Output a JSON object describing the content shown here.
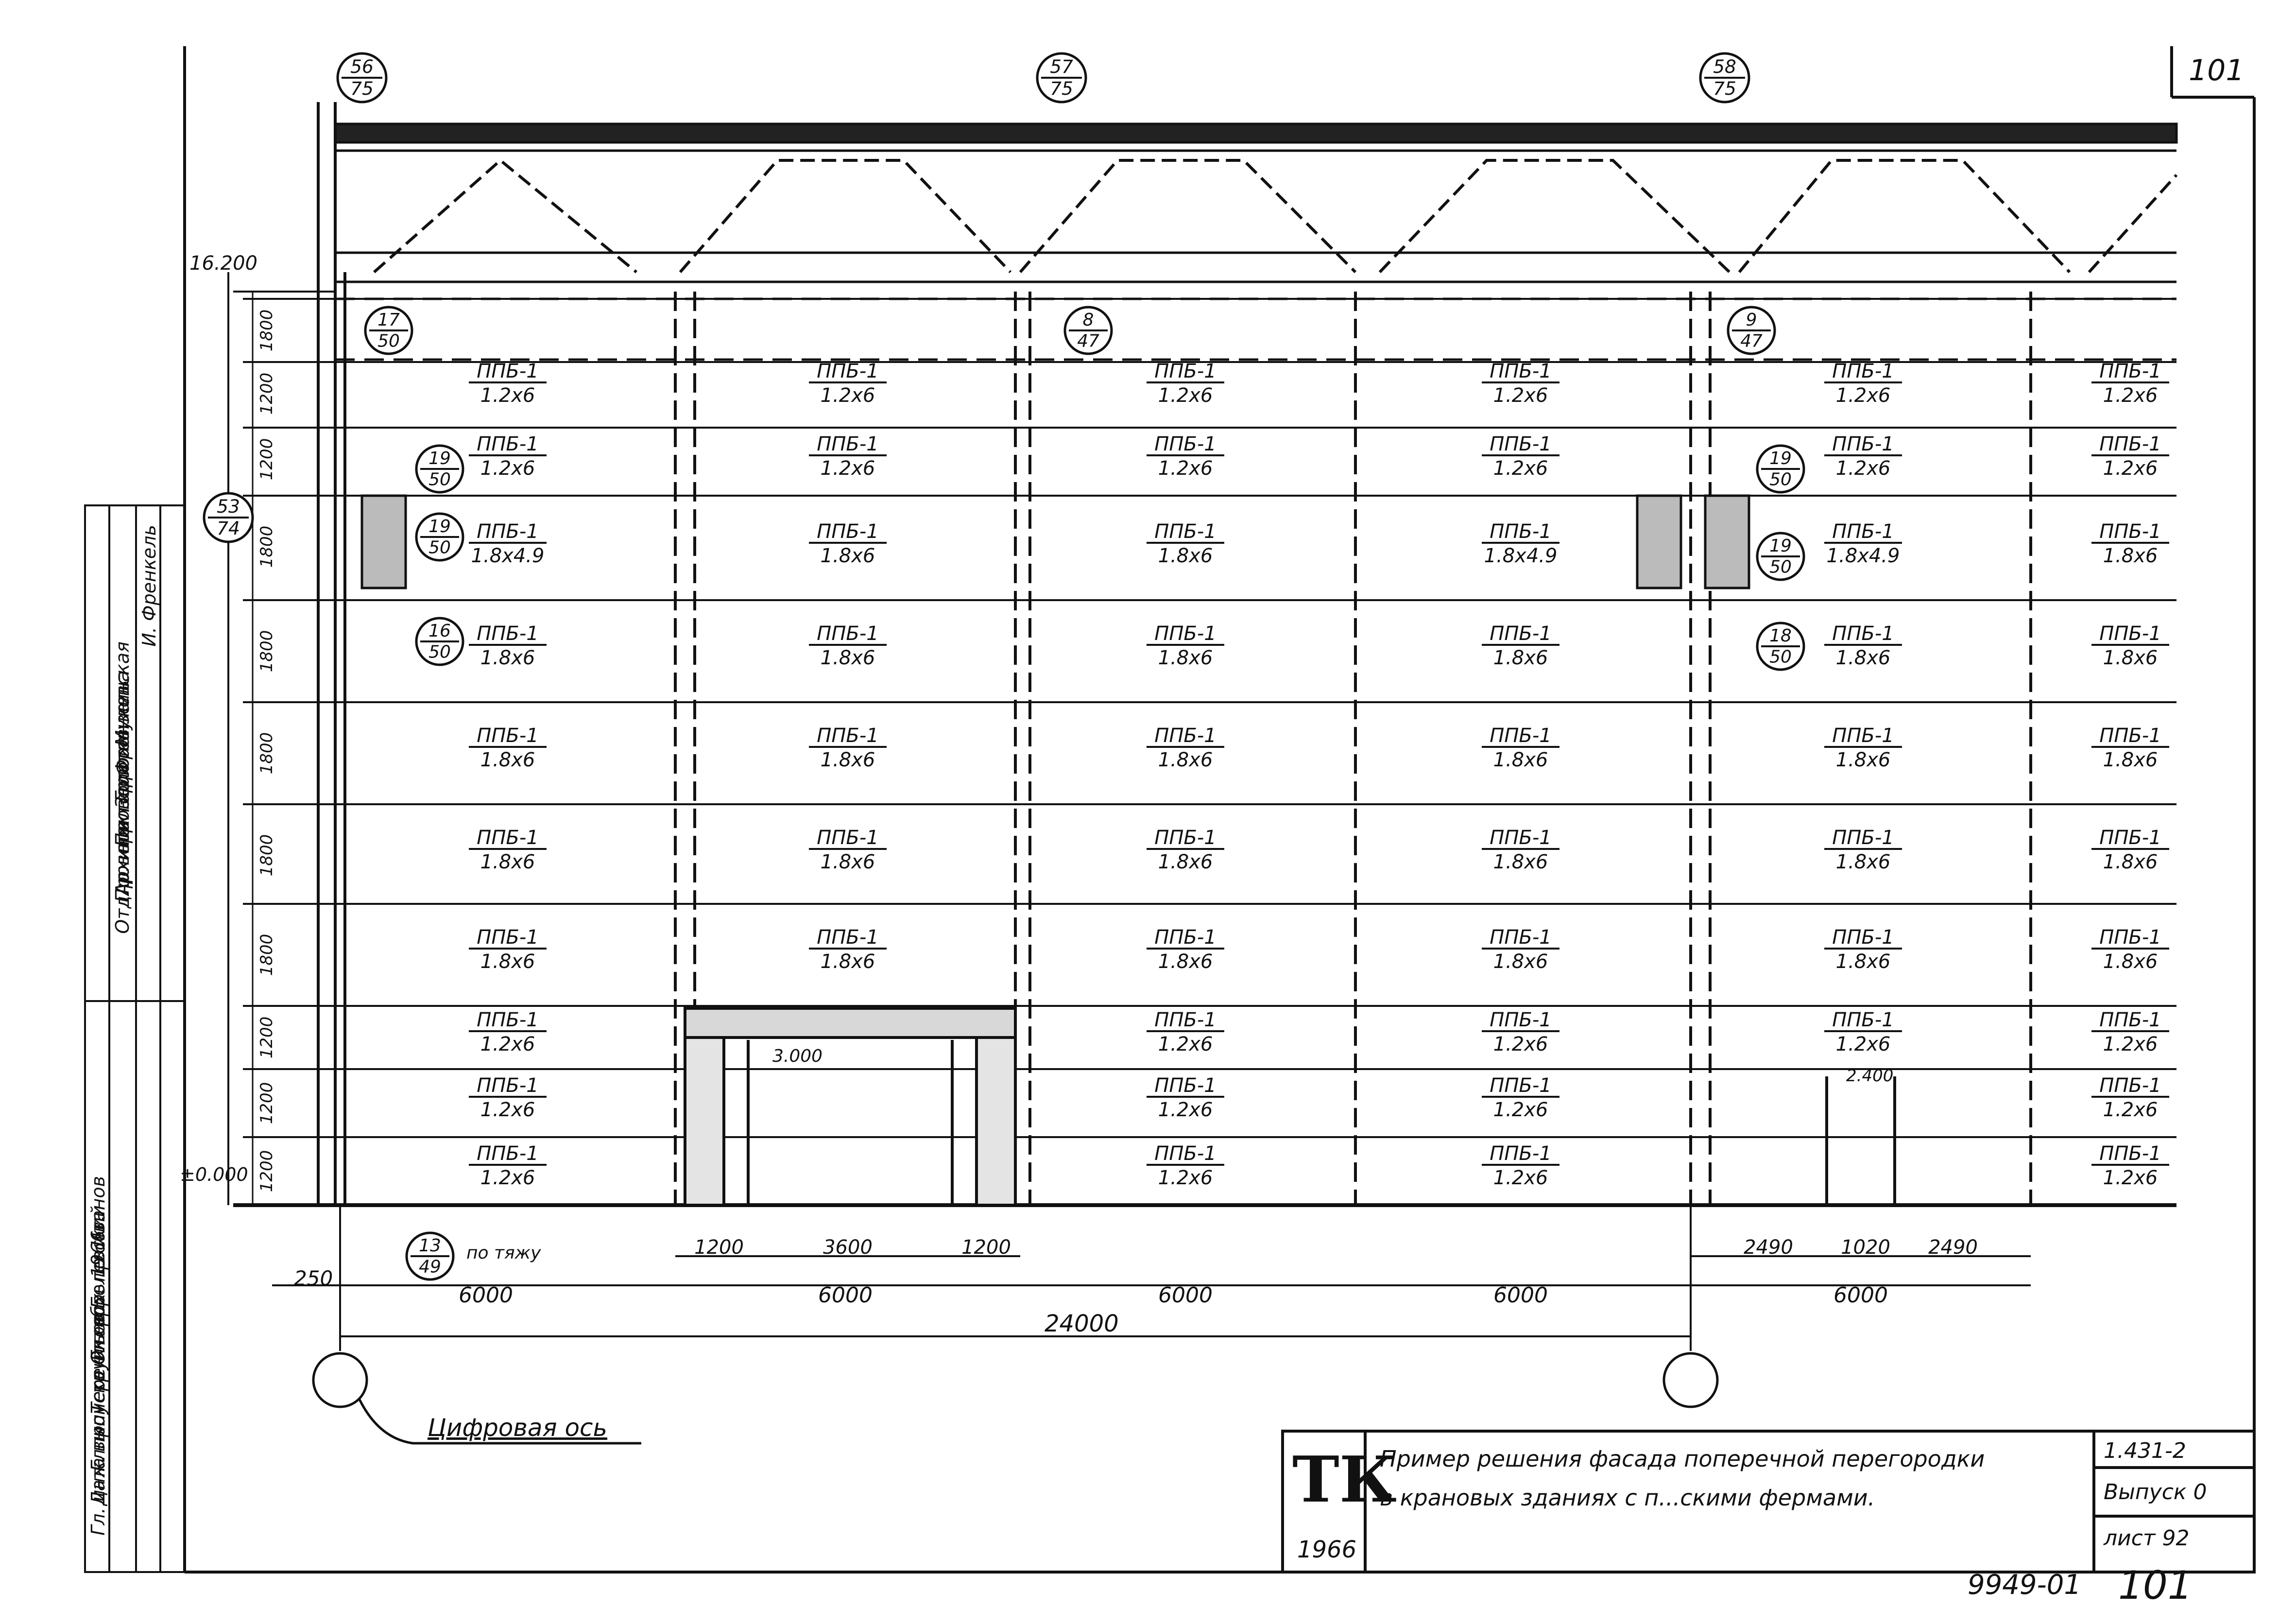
{
  "sheet": {
    "corner_number": "101",
    "bottom_number": "101",
    "archive_code": "9949-01"
  },
  "title_block": {
    "logo": "ТК",
    "year": "1966",
    "title_line1": "Пример решения фасада поперечной перегородки",
    "title_line2": "в крановых зданиях с п...скими фермами.",
    "series": "1.431-2",
    "issue": "Выпуск 0",
    "sheet_no": "лист 92"
  },
  "stamp": {
    "col1": [
      "Гл. инж. пр. Терентьев",
      "Гл. арх. пр. Иванов",
      "Гл. конструктор Белевский",
      "Дата выпуска Октябрь 1966г."
    ],
    "col2": [
      "Отд. р. инж. Золотов",
      "Архитектор Френзель",
      "Проверил Горожанкина",
      "Проверил Мулевская"
    ],
    "col3": [
      "И. Френкель"
    ]
  },
  "elevations": {
    "top": "16.200",
    "zero": "±0.000",
    "door_left": "3.000",
    "door_right": "2.400"
  },
  "callouts": {
    "bays": [
      {
        "num": "56",
        "den": "75"
      },
      {
        "num": "57",
        "den": "75"
      },
      {
        "num": "58",
        "den": "75"
      }
    ],
    "side": {
      "num": "53",
      "den": "74"
    },
    "left": [
      {
        "num": "17",
        "den": "50"
      },
      {
        "num": "19",
        "den": "50"
      },
      {
        "num": "19",
        "den": "50"
      },
      {
        "num": "16",
        "den": "50"
      }
    ],
    "mid": [
      {
        "num": "8",
        "den": "47"
      },
      {
        "num": "9",
        "den": "47"
      }
    ],
    "right": [
      {
        "num": "19",
        "den": "50"
      },
      {
        "num": "19",
        "den": "50"
      },
      {
        "num": "18",
        "den": "50"
      }
    ],
    "bottom": {
      "num": "13",
      "den": "49",
      "note": "по тяжу"
    }
  },
  "row_heights": [
    "1800",
    "1200",
    "1200",
    "1800",
    "1800",
    "1800",
    "1800",
    "1800",
    "1200",
    "1200",
    "1200"
  ],
  "panels": {
    "mark": "ППБ-1",
    "bay1": [
      "1.2x6",
      "1.2x6",
      "1.8x4.9",
      "1.8x6",
      "1.8x6",
      "1.8x6",
      "1.8x6",
      "1.2x6",
      "1.2x6",
      "1.2x6"
    ],
    "bay2": [
      "1.2x6",
      "1.2x6",
      "1.8x6",
      "1.8x6",
      "1.8x6",
      "1.8x6",
      "1.8x6"
    ],
    "bay3": [
      "1.2x6",
      "1.2x6",
      "1.8x6",
      "1.8x6",
      "1.8x6",
      "1.8x6",
      "1.8x6",
      "1.2x6",
      "1.2x6",
      "1.2x6"
    ],
    "bay4": [
      "1.2x6",
      "1.2x6",
      "1.8x4.9",
      "1.8x6",
      "1.8x6",
      "1.8x6",
      "1.8x6",
      "1.2x6",
      "1.2x6",
      "1.2x6"
    ],
    "bay5": [
      "1.2x6",
      "1.2x6",
      "1.8x4.9",
      "1.8x6",
      "1.8x6",
      "1.8x6",
      "1.8x6",
      "1.2x6"
    ],
    "bay6": [
      "1.2x6",
      "1.2x6",
      "1.8x6",
      "1.8x6",
      "1.8x6",
      "1.8x6",
      "1.8x6",
      "1.2x6",
      "1.2x6",
      "1.2x6"
    ]
  },
  "dimensions": {
    "first": "250",
    "bays": [
      "6000",
      "6000",
      "6000",
      "6000",
      "6000"
    ],
    "total": "24000",
    "door_left": [
      "1200",
      "3600",
      "1200"
    ],
    "door_right": [
      "2490",
      "1020",
      "2490"
    ]
  },
  "axis_label": "Цифровая ось"
}
